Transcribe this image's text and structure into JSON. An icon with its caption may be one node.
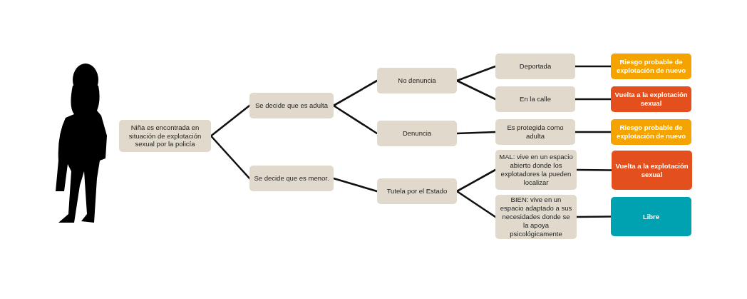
{
  "diagram": {
    "nodes": [
      {
        "text": [
          "Niña es encontrada en situación de explotación sexual por la policía"
        ]
      },
      {
        "text": [
          "Se decide que es adulta"
        ]
      },
      {
        "text": [
          "Se decide que es menor."
        ]
      },
      {
        "text": [
          "No denuncia"
        ]
      },
      {
        "text": [
          "Denuncia"
        ]
      },
      {
        "text": [
          "Tutela por el Estado"
        ]
      },
      {
        "text": [
          "Deportada"
        ]
      },
      {
        "text": [
          "En la calle"
        ]
      },
      {
        "text": [
          "Es protegida como adulta"
        ]
      },
      {
        "text": [
          "MAL: vive en un espacio abierto donde los explotadores la pueden localizar"
        ]
      },
      {
        "text": [
          "BIEN: vive en un espacio adaptado a sus necesidades donde se la apoya psicológicamente"
        ]
      },
      {
        "text": [
          "Riesgo probable de explotación de nuevo"
        ]
      },
      {
        "text": [
          "Vuelta a la explotación sexual"
        ]
      },
      {
        "text": [
          "Riesgo probable de explotación de nuevo"
        ]
      },
      {
        "text": [
          "Vuelta a la explotación sexual"
        ]
      },
      {
        "text": [
          "Libre"
        ]
      }
    ],
    "edges": [
      {
        "from": 0,
        "to": 1,
        "arrow": "none"
      },
      {
        "from": 0,
        "to": 2,
        "arrow": "none"
      },
      {
        "from": 1,
        "to": 3,
        "arrow": "none"
      },
      {
        "from": 1,
        "to": 4,
        "arrow": "none"
      },
      {
        "from": 2,
        "to": 5,
        "arrow": "none"
      },
      {
        "from": 3,
        "to": 6,
        "arrow": "none"
      },
      {
        "from": 3,
        "to": 7,
        "arrow": "none"
      },
      {
        "from": 4,
        "to": 8,
        "arrow": "none"
      },
      {
        "from": 5,
        "to": 9,
        "arrow": "none"
      },
      {
        "from": 5,
        "to": 10,
        "arrow": "none"
      },
      {
        "from": 6,
        "to": 11,
        "arrow": "none"
      },
      {
        "from": 7,
        "to": 12,
        "arrow": "none"
      },
      {
        "from": 8,
        "to": 13,
        "arrow": "none"
      },
      {
        "from": 9,
        "to": 14,
        "arrow": "none"
      },
      {
        "from": 10,
        "to": 15,
        "arrow": "none"
      }
    ]
  }
}
